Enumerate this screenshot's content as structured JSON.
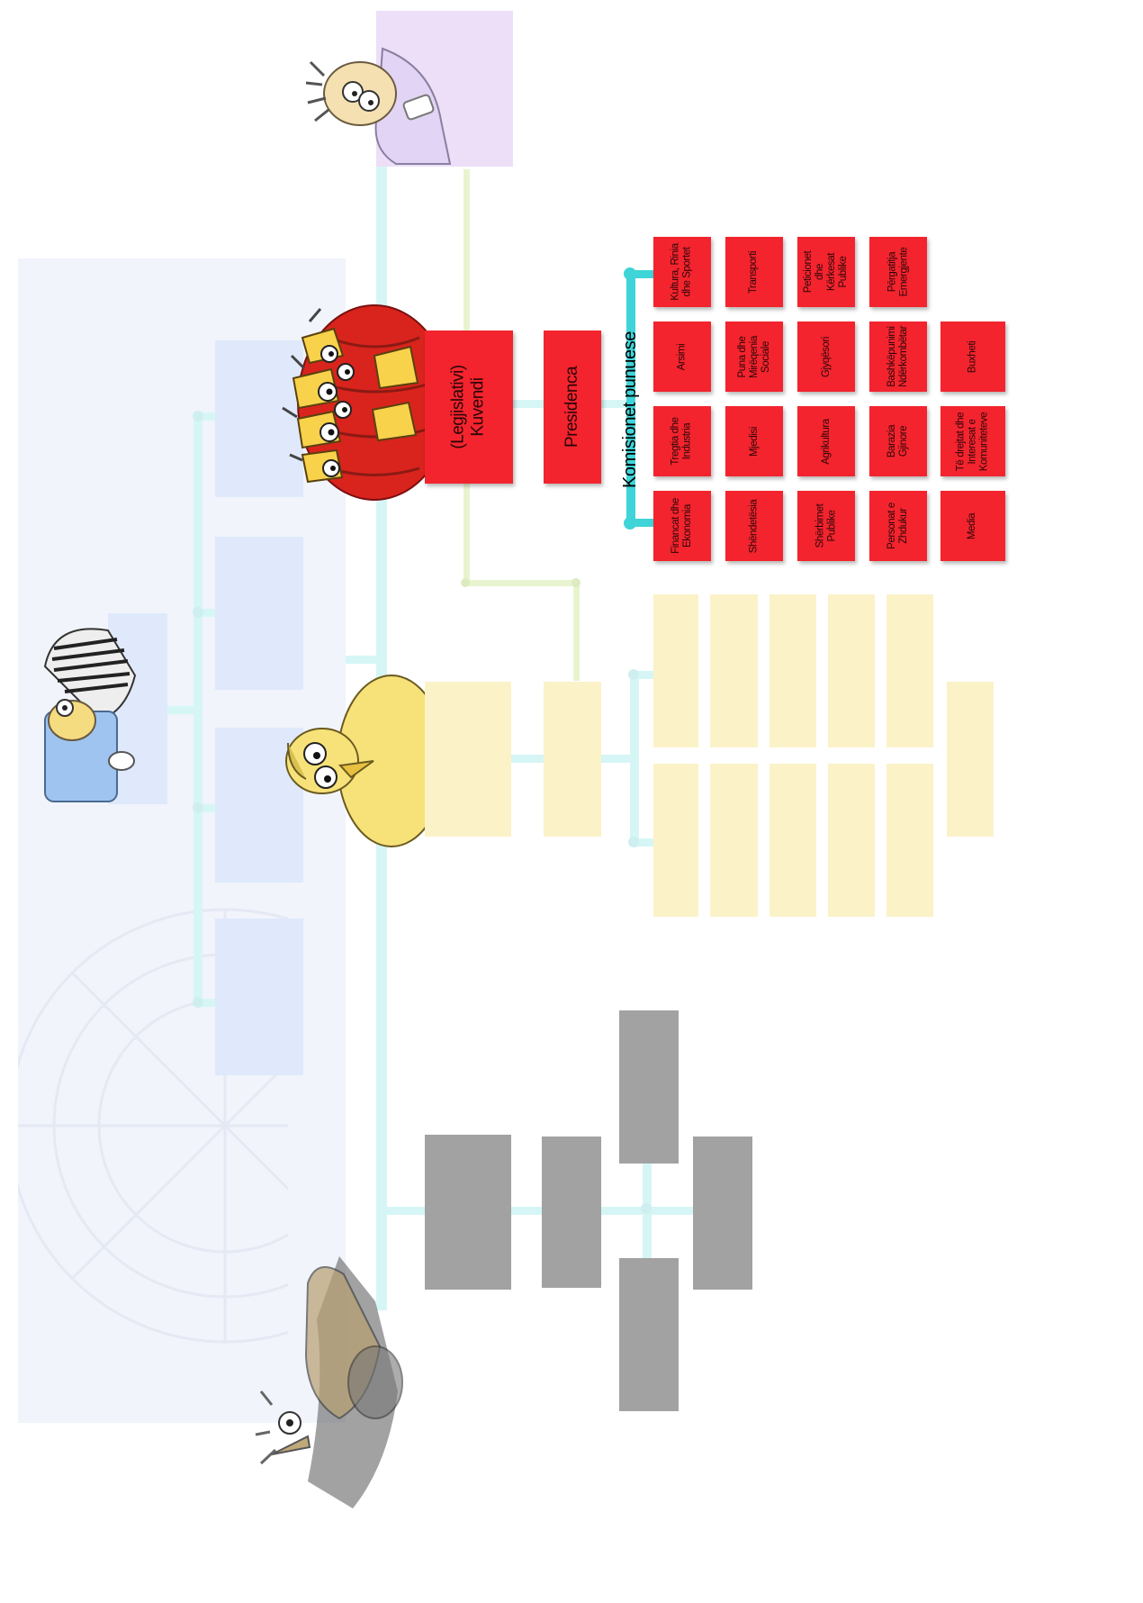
{
  "diagram": {
    "kuvendi": "(Legjislativi)\nKuvendi",
    "presidenca": "Presidenca",
    "komisionet_title": "Komisionet punuese",
    "komisionet": [
      [
        "Financat dhe\nEkonomia",
        "Tregtia dhe\nIndustria",
        "Arsimi",
        "Kultura, Rinia\ndhe Sportet"
      ],
      [
        "Shëndetësia",
        "Mjedisi",
        "Puna dhe\nMirëqenia\nSociale",
        "Transporti"
      ],
      [
        "Shërbimet\nPublike",
        "Agrikultura",
        "Gjyqësori",
        "Peticionet dhe\nKërkesat\nPublike"
      ],
      [
        "Personat e\nZhdukur",
        "Barazia\nGjinore",
        "Bashkëpunimi\nNdërkombëtar",
        "Përgatitja\nEmergjente"
      ],
      [
        "Media",
        "Të drejtat dhe\nInteresat e\nKomuniteteve",
        "Buxheti"
      ]
    ],
    "colors": {
      "red": "#f3242e",
      "blue_box": "#dfe9fb",
      "yellow_box": "#fbf2c8",
      "grey_box": "#a2a2a2",
      "lavender_box": "#eddff8",
      "cyan_line": "#3fd4d8"
    },
    "illustrations": [
      "professor-icon",
      "assembly-crowd-icon",
      "reading-man-icon",
      "yellow-character-icon",
      "grey-character-icon"
    ]
  }
}
